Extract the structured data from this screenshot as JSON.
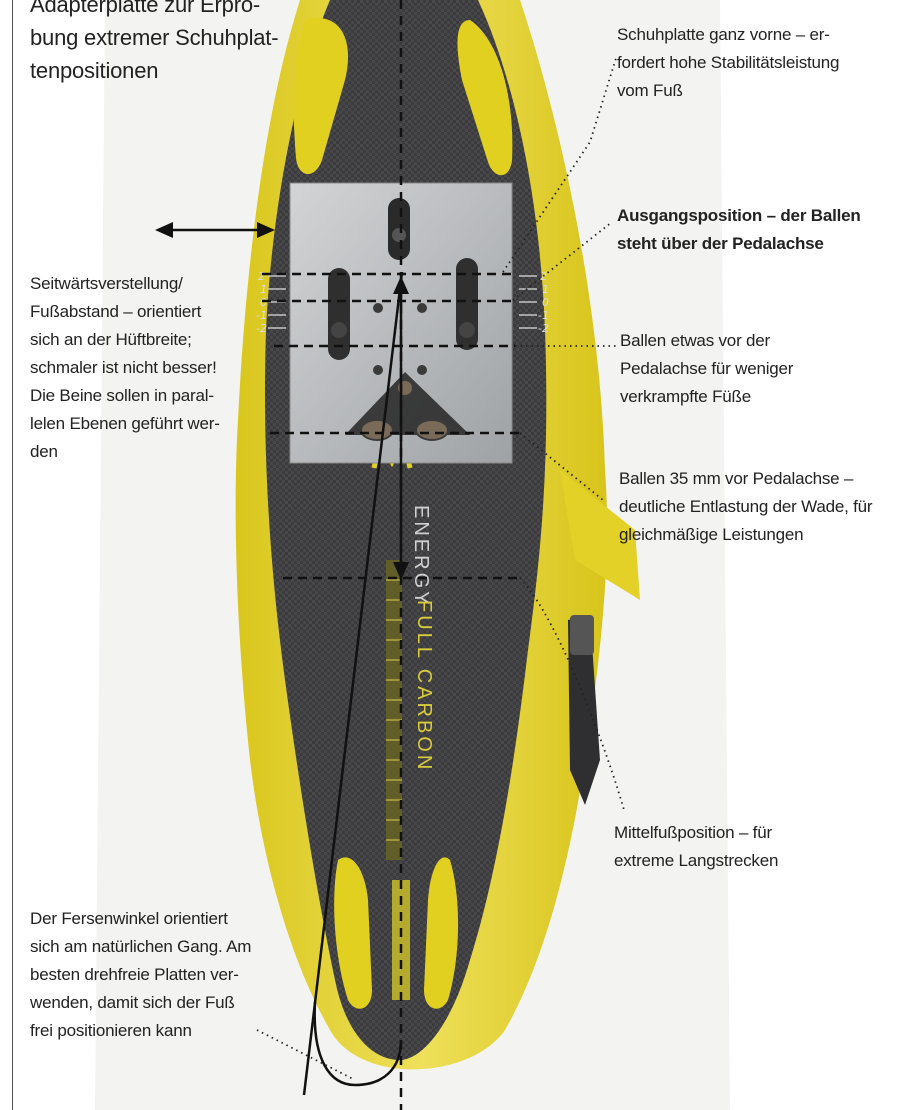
{
  "top_left_caption": [
    "Adapterplatte zur Erpro-",
    "bung extremer Schuhplat-",
    "tenpositionen"
  ],
  "annotations": {
    "front": [
      "Schuhplatte ganz vorne – er-",
      "fordert hohe Stabilitätsleistung",
      "vom Fuß"
    ],
    "start": [
      "Ausgangsposition – der Ballen",
      "steht über der Pedalachse"
    ],
    "slightly_forward": [
      "Ballen etwas vor der",
      "Pedalachse für weniger",
      "verkrampfte Füße"
    ],
    "mm35": [
      "Ballen 35 mm vor Pedalachse –",
      "deutliche Entlastung der Wade, für",
      "gleichmäßige Leistungen"
    ],
    "midfoot": [
      "Mittelfußposition – für",
      "extreme Langstrecken"
    ],
    "sideways": [
      "Seitwärtsverstellung/",
      "Fußabstand – orientiert",
      "sich an der Hüftbreite;",
      "schmaler ist nicht besser!",
      "Die Beine sollen in paral-",
      "lelen Ebenen geführt wer-",
      "den"
    ],
    "heel": [
      "Der Fersenwinkel orientiert",
      "sich am natürlichen Gang. Am",
      "besten drehfreie Platten ver-",
      "wenden, damit sich der Fuß",
      "frei positionieren kann"
    ]
  },
  "scale_marks": [
    "2",
    "1",
    "0",
    "-1",
    "-2"
  ],
  "sole_print": [
    "ENERGY",
    "FULL CARBON"
  ],
  "colors": {
    "shoe_yellow": "#e7d62a",
    "carbon": "#3a3a3c",
    "plate": "#b9bbbd",
    "line": "#111111"
  }
}
